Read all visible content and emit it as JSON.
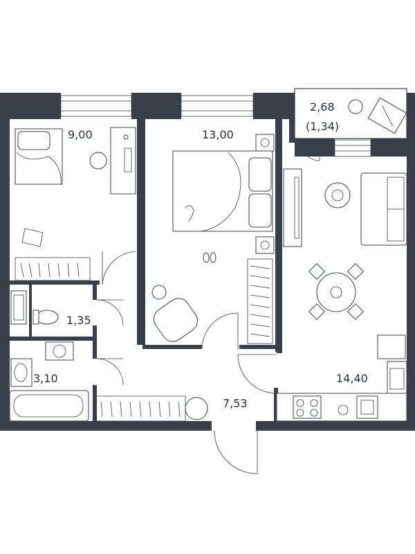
{
  "rooms": [
    {
      "id": "bedroom-1",
      "area": "9,00"
    },
    {
      "id": "bedroom-2",
      "area": "13,00"
    },
    {
      "id": "balcony",
      "area": "2,68",
      "area_reduced": "(1,34)"
    },
    {
      "id": "toilet",
      "area": "1,35"
    },
    {
      "id": "bathroom",
      "area": "3,10"
    },
    {
      "id": "hallway",
      "area": "7,53"
    },
    {
      "id": "kitchen-living",
      "area": "14,40"
    }
  ],
  "colors": {
    "wall": "#3b3f4a",
    "background": "#ffffff",
    "line": "#3b3f4a"
  }
}
